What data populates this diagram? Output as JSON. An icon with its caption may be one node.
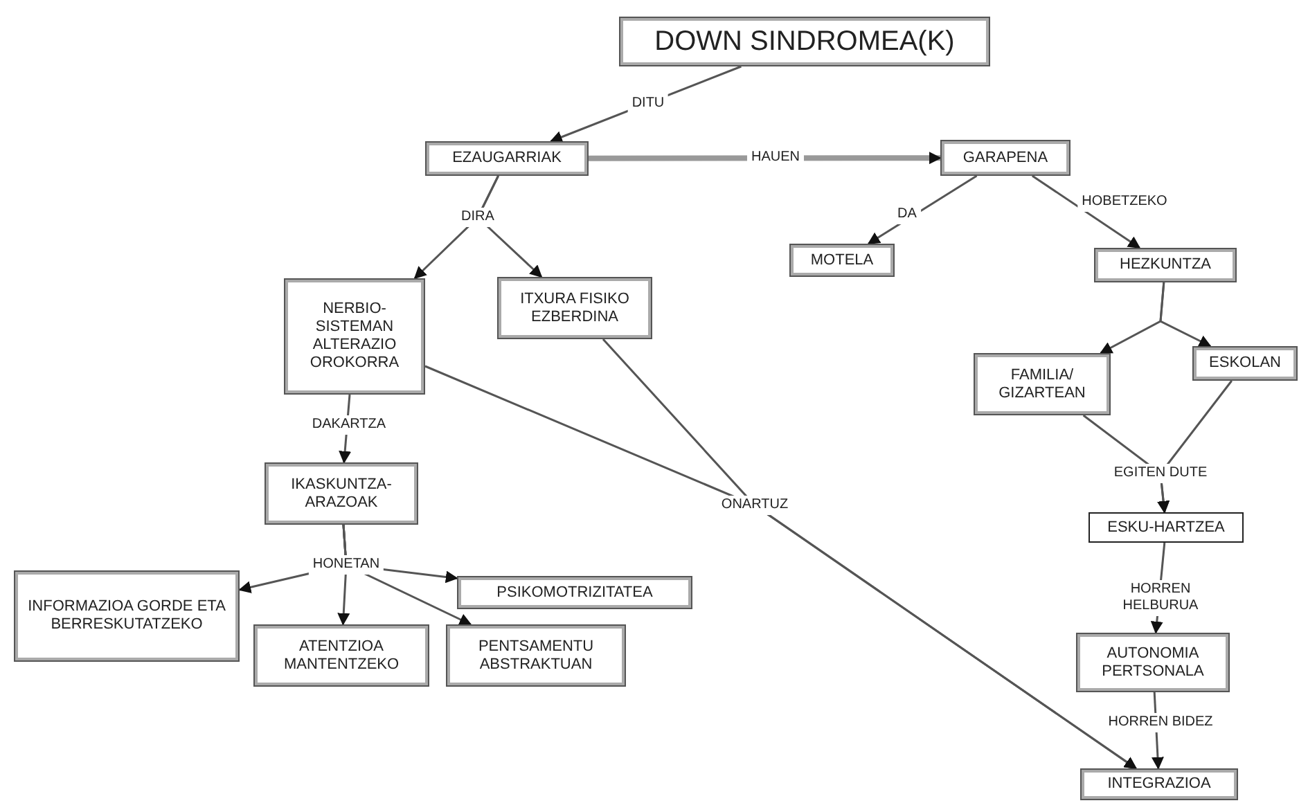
{
  "diagram": {
    "nodes": [
      {
        "text": [
          "DOWN SINDROMEA(K)"
        ]
      },
      {
        "text": [
          "EZAUGARRIAK"
        ]
      },
      {
        "text": [
          "GARAPENA"
        ]
      },
      {
        "text": [
          "MOTELA"
        ]
      },
      {
        "text": [
          "HEZKUNTZA"
        ]
      },
      {
        "text": [
          "NERBIO-SISTEMAN ALTERAZIO OROKORRA"
        ]
      },
      {
        "text": [
          "ITXURA FISIKO EZBERDINA"
        ]
      },
      {
        "text": [
          "FAMILIA/ GIZARTEAN"
        ]
      },
      {
        "text": [
          "ESKOLAN"
        ]
      },
      {
        "text": [
          "IKASKUNTZA-ARAZOAK"
        ]
      },
      {
        "text": [
          "INFORMAZIOA GORDE ETA BERRESKUTATZEKO"
        ]
      },
      {
        "text": [
          "PSIKOMOTRIZITATEA"
        ]
      },
      {
        "text": [
          "ATENTZIOA MANTENTZEKO"
        ]
      },
      {
        "text": [
          "PENTSAMENTU ABSTRAKTUAN"
        ]
      },
      {
        "text": [
          "ESKU-HARTZEA"
        ]
      },
      {
        "text": [
          "AUTONOMIA PERTSONALA"
        ]
      },
      {
        "text": [
          "INTEGRAZIOA"
        ]
      }
    ],
    "edges": [
      {
        "from": 0,
        "to": 1,
        "arrow": "to",
        "label": "DITU"
      },
      {
        "from": 1,
        "to": 2,
        "arrow": "to",
        "label": "HAUEN",
        "style": "thick",
        "color": "#999999"
      },
      {
        "from": 2,
        "to": 3,
        "arrow": "to",
        "label": "DA"
      },
      {
        "from": 2,
        "to": 4,
        "arrow": "to",
        "label": "HOBETZEKO"
      },
      {
        "from": 1,
        "to": 5,
        "arrow": "to",
        "label": "DIRA"
      },
      {
        "from": 1,
        "to": 6,
        "arrow": "to"
      },
      {
        "from": 4,
        "to": 7,
        "arrow": "to"
      },
      {
        "from": 4,
        "to": 8,
        "arrow": "to"
      },
      {
        "from": 5,
        "to": 9,
        "arrow": "to",
        "label": "DAKARTZA"
      },
      {
        "from": 5,
        "to": 16,
        "arrow": "to",
        "label": "ONARTUZ"
      },
      {
        "from": 6,
        "to": 16,
        "arrow": "to"
      },
      {
        "from": 7,
        "to": 14,
        "arrow": "to",
        "label": "EGITEN DUTE"
      },
      {
        "from": 8,
        "to": 14,
        "arrow": "to"
      },
      {
        "from": 9,
        "to": 10,
        "arrow": "to",
        "label": "HONETAN"
      },
      {
        "from": 9,
        "to": 11,
        "arrow": "to"
      },
      {
        "from": 9,
        "to": 12,
        "arrow": "to"
      },
      {
        "from": 9,
        "to": 13,
        "arrow": "to"
      },
      {
        "from": 14,
        "to": 15,
        "arrow": "to",
        "label": "HORREN HELBURUA"
      },
      {
        "from": 15,
        "to": 16,
        "arrow": "to",
        "label": "HORREN BIDEZ"
      }
    ]
  }
}
